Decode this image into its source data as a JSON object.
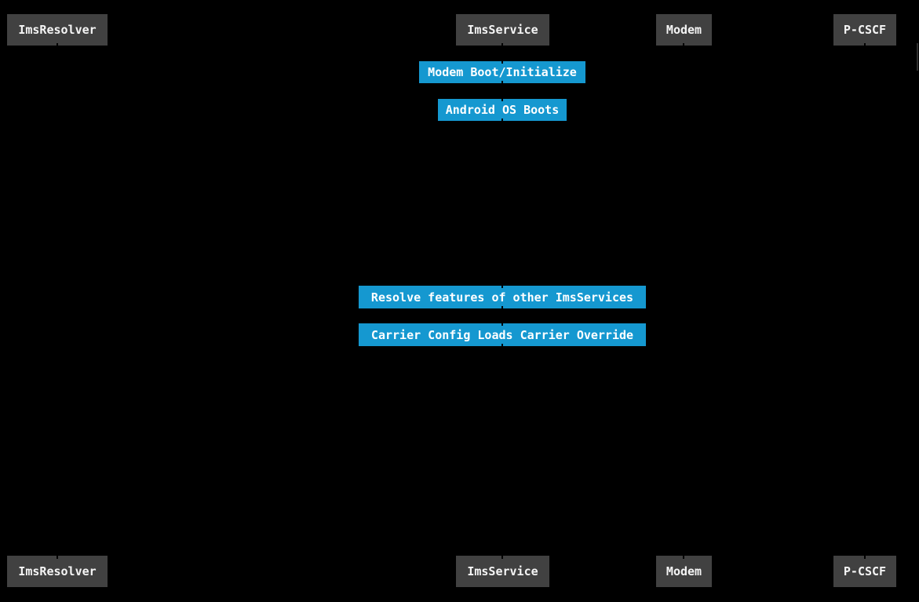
{
  "diagram": {
    "type": "sequence-diagram",
    "background_color": "#000000",
    "actor_box_color": "#414141",
    "actor_text_color": "#f5f5f5",
    "note_box_color": "#1598d0",
    "note_text_color": "#ffffff",
    "actors": [
      {
        "name": "ImsResolver"
      },
      {
        "name": "ImsService"
      },
      {
        "name": "Modem"
      },
      {
        "name": "P-CSCF"
      }
    ],
    "notes": [
      {
        "text": "Modem Boot/Initialize",
        "over": "ImsService"
      },
      {
        "text": "Android OS Boots",
        "over": "ImsService"
      },
      {
        "text": "Resolve features of other ImsServices",
        "over": "ImsService"
      },
      {
        "text": "Carrier Config Loads Carrier Override",
        "over": "ImsService"
      }
    ]
  }
}
